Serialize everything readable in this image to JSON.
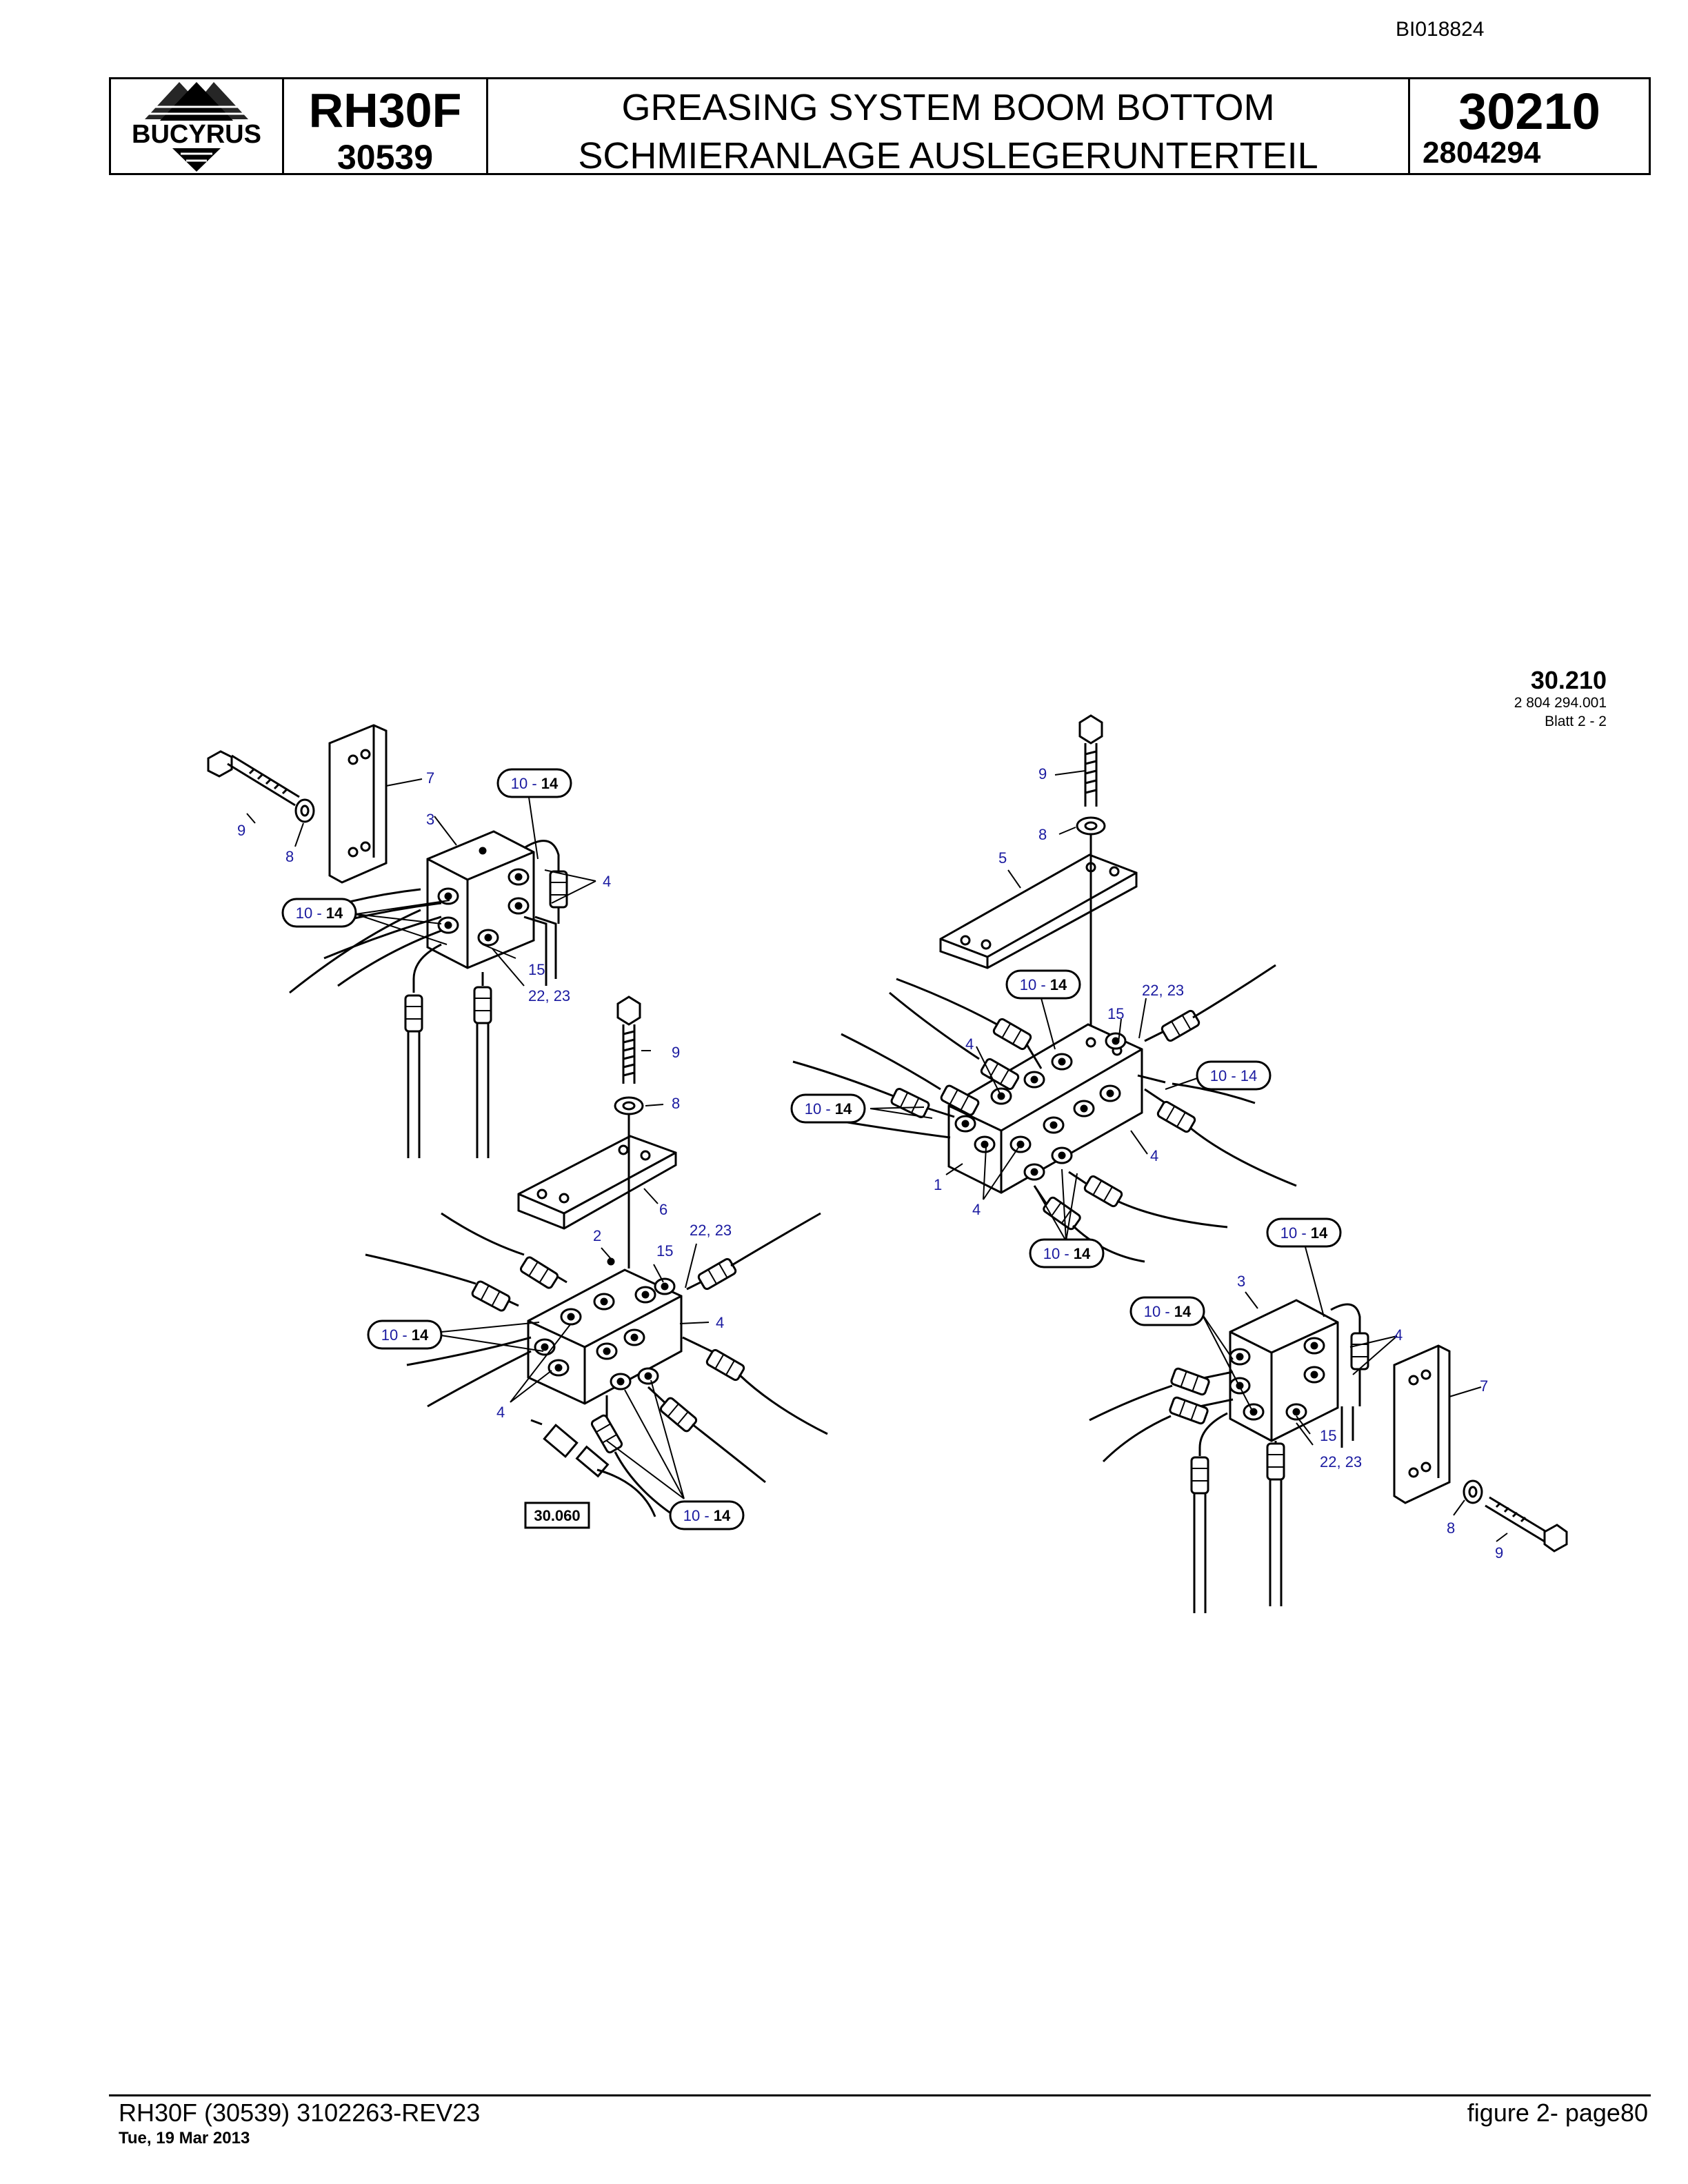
{
  "header": {
    "doc_id": "BI018824",
    "logo_text": "BUCYRUS",
    "model_name": "RH30F",
    "model_number": "30539",
    "title_en": "GREASING SYSTEM BOOM BOTTOM",
    "title_de": "SCHMIERANLAGE AUSLEGERUNTERTEIL",
    "page_code": "30210",
    "part_number": "2804294"
  },
  "drawing": {
    "ref_main": "30.210",
    "ref_sub1": "2 804 294.001",
    "ref_sub2": "Blatt 2 - 2",
    "callout_range": "10 - 14",
    "callout_range_a": "10 - ",
    "callout_range_b": "14",
    "link_ref": "30.060",
    "labels": {
      "l1": "1",
      "l2": "2",
      "l3": "3",
      "l4": "4",
      "l5": "5",
      "l6": "6",
      "l7": "7",
      "l8": "8",
      "l9": "9",
      "l15": "15",
      "l22_23": "22, 23"
    }
  },
  "footer": {
    "left": "RH30F (30539) 3102263-REV23",
    "date": "Tue, 19 Mar 2013",
    "right": "figure 2- page80"
  }
}
